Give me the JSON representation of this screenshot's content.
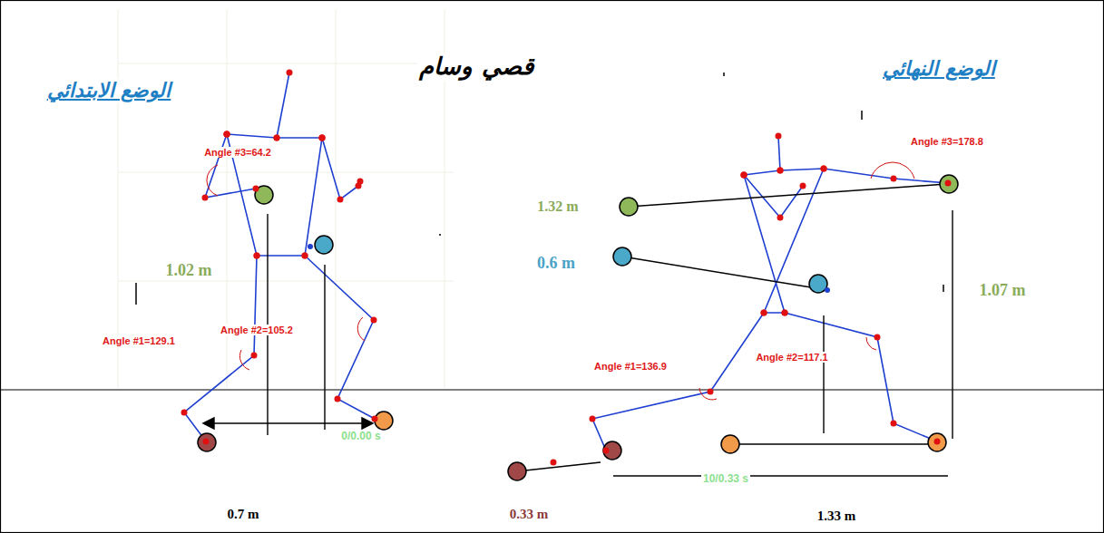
{
  "diagram": {
    "title": "قصي وسام",
    "labels": [
      "الوضع الابتدائي",
      "الوضع النهائي",
      "Angle #3=64.2",
      "1.02 m",
      "Angle #1=129.1",
      "Angle #2=105.2",
      "0/0.00 s",
      "0.7 m",
      "Angle #3=178.8",
      "1.32 m",
      "0.6 m",
      "1.07 m",
      "Angle #1=136.9",
      "Angle #2=117.1",
      "10/0.33 s",
      "0.33 m",
      "1.33 m"
    ]
  }
}
